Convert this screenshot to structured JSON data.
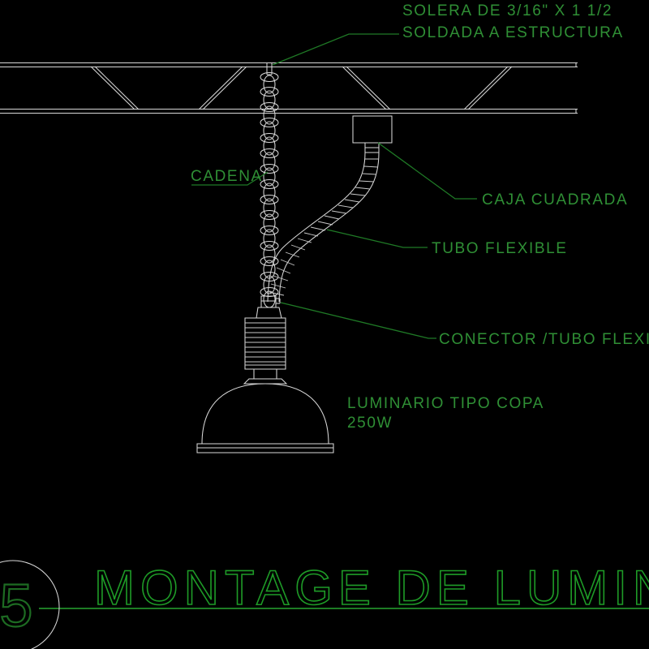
{
  "drawing": {
    "background_color": "#000000",
    "line_color": "#d8d8d8",
    "annotation_color": "#2f8f35",
    "title_color": "#1e9b27",
    "title": "MONTAGE  DE  LUMINARIOS",
    "detail_number": "5"
  },
  "annotations": {
    "solera_line1": "SOLERA DE 3/16\" X 1 1/2",
    "solera_line2": "SOLDADA A ESTRUCTURA",
    "cadena": "CADENA",
    "caja_cuadrada": "CAJA  CUADRADA",
    "tubo_flexible": "TUBO  FLEXIBLE",
    "conector": "CONECTOR  /TUBO  FLEXIBL",
    "luminario_line1": "LUMINARIO  TIPO  COPA",
    "luminario_line2": "250W"
  },
  "components": {
    "truss": "steel-truss-structure",
    "chain": "hanging-chain",
    "junction_box": "square-junction-box",
    "flex_conduit": "flexible-conduit",
    "connector": "conduit-connector",
    "ballast_housing": "ribbed-ballast-housing",
    "reflector": "dome-reflector-copa"
  }
}
